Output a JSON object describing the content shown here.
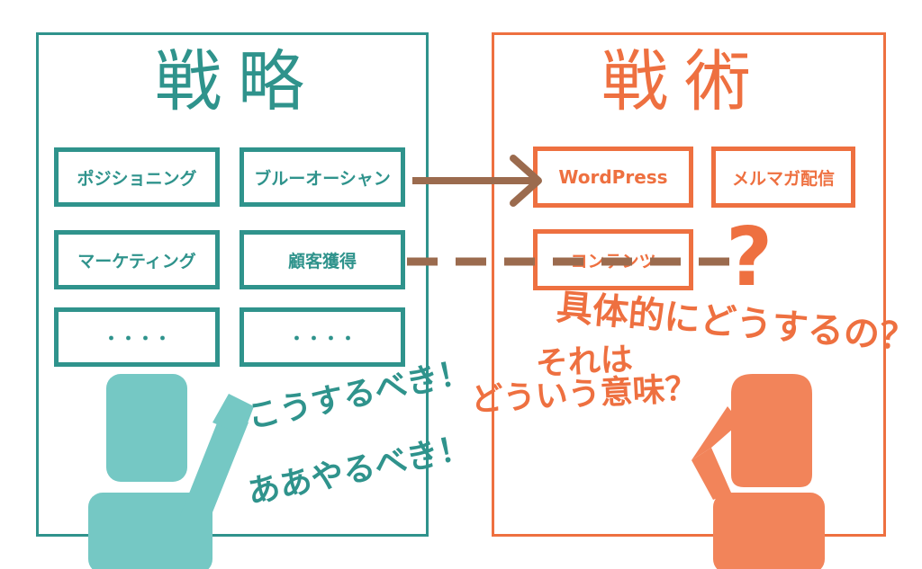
{
  "strategy": {
    "title": "戦略",
    "boxes": [
      "ポジショニング",
      "ブルーオーシャン",
      "マーケティング",
      "顧客獲得",
      "・・・・",
      "・・・・"
    ]
  },
  "tactics": {
    "title": "戦術",
    "boxes": [
      "WordPress",
      "メルマガ配信",
      "コンテンツ"
    ]
  },
  "question_mark": "?",
  "speech": {
    "left_line1": "こうするべき！",
    "left_line2": "ああやるべき！",
    "right_line1": "それは",
    "right_line2": "どういう意味？",
    "right_top": "具体的にどうするの？"
  },
  "colors": {
    "teal": "#2f938c",
    "teal_figure": "#75c8c4",
    "orange": "#ee7040",
    "orange_figure": "#f2845a",
    "arrow": "#9b6b4e"
  }
}
